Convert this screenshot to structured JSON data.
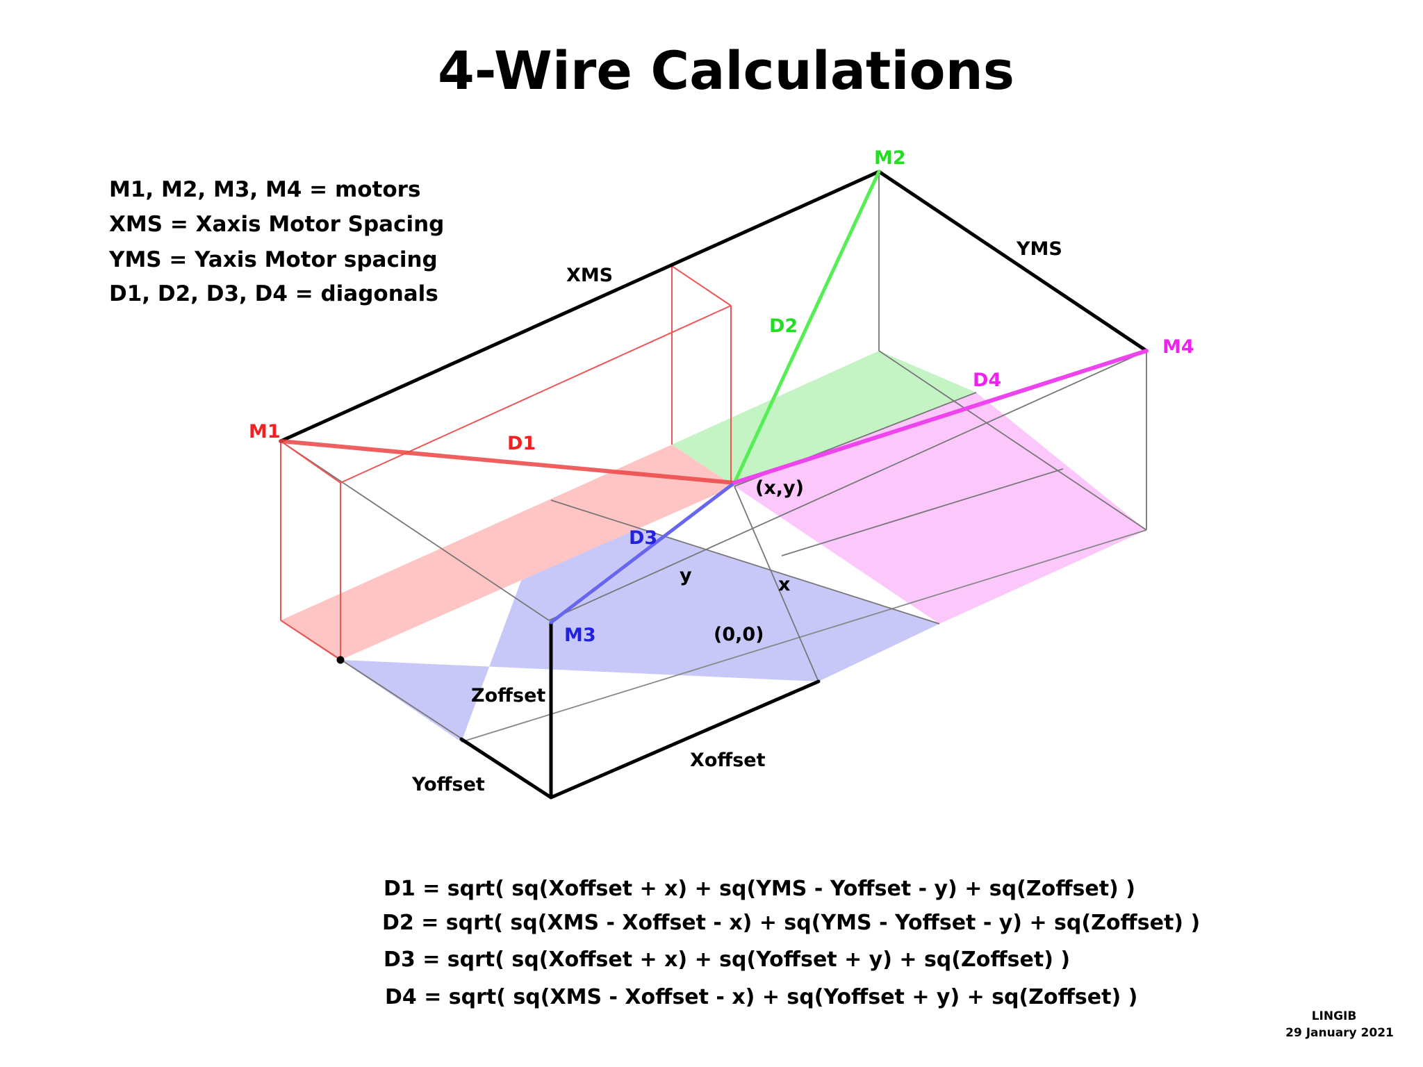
{
  "title": "4-Wire Calculations",
  "legend": [
    "M1, M2, M3, M4 = motors",
    "XMS = Xaxis Motor Spacing",
    "YMS = Yaxis Motor spacing",
    "D1, D2, D3, D4 = diagonals"
  ],
  "labels": {
    "m1": "M1",
    "m2": "M2",
    "m3": "M3",
    "m4": "M4",
    "xms": "XMS",
    "yms": "YMS",
    "d1": "D1",
    "d2": "D2",
    "d3": "D3",
    "d4": "D4",
    "point": "(x,y)",
    "origin": "(0,0)",
    "x": "x",
    "y": "y",
    "zoffset": "Zoffset",
    "yoffset": "Yoffset",
    "xoffset": "Xoffset"
  },
  "formulas": [
    "D1 = sqrt( sq(Xoffset + x) + sq(YMS - Yoffset - y) + sq(Zoffset) )",
    "D2 = sqrt( sq(XMS - Xoffset - x) + sq(YMS - Yoffset - y) + sq(Zoffset) )",
    "D3 = sqrt( sq(Xoffset + x) + sq(Yoffset + y) + sq(Zoffset) )",
    "D4 = sqrt( sq(XMS - Xoffset  - x) + sq(Yoffset + y) + sq(Zoffset) )"
  ],
  "credit": {
    "name": "LINGIB",
    "date": "29 January 2021"
  },
  "colors": {
    "d1": "#ee2222",
    "d2": "#22dd22",
    "d3": "#2222dd",
    "d4": "#ee22ee",
    "fill_d1": "#ffc4c4",
    "fill_d2": "#c4f4c4",
    "fill_d3": "#c8c8f8",
    "fill_d4": "#fcc8fc"
  }
}
